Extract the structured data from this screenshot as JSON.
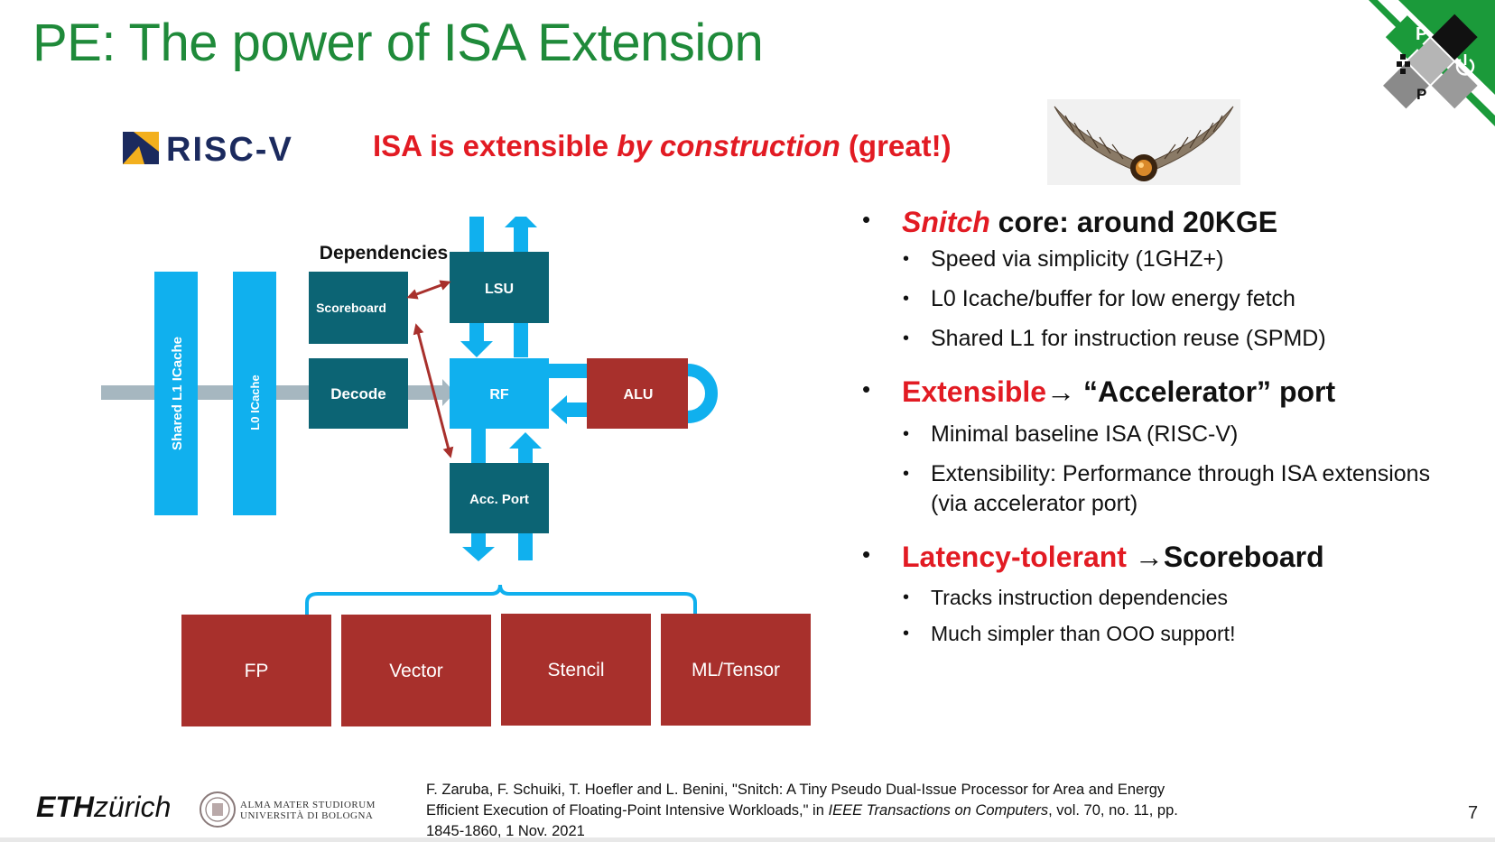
{
  "title": "PE: The power of ISA Extension",
  "riscv": {
    "logo_text": "RISC-V",
    "tagline_prefix": "ISA is extensible ",
    "tagline_emphasis": "by construction",
    "tagline_suffix": " (great!)"
  },
  "diagram": {
    "dependencies_label": "Dependencies",
    "shared_l1_icache": "Shared L1 ICache",
    "l0_icache": "L0 ICache",
    "scoreboard": "Scoreboard",
    "decode": "Decode",
    "lsu": "LSU",
    "rf": "RF",
    "alu": "ALU",
    "acc_port": "Acc. Port",
    "accelerators": [
      "FP",
      "Vector",
      "Stencil",
      "ML/Tensor"
    ],
    "colors": {
      "cyan": "#10b0ee",
      "teal": "#0c6474",
      "red": "#a8302c",
      "gray": "#a6b7c0"
    }
  },
  "bullets": {
    "b1": {
      "red": "Snitch",
      "text": " core: around 20KGE"
    },
    "b1_sub": [
      "Speed via simplicity (1GHZ+)",
      "L0 Icache/buffer for low energy fetch",
      "Shared L1 for instruction reuse (SPMD)"
    ],
    "b2": {
      "red": "Extensible",
      "arrow": "→",
      "text": " “Accelerator” port"
    },
    "b2_sub": [
      "Minimal  baseline ISA (RISC-V)",
      "Extensibility: Performance through ISA extensions",
      "(via accelerator port)"
    ],
    "b3": {
      "red": "Latency-tolerant",
      "arrow": " →",
      "text": "Scoreboard"
    },
    "b3_sub": [
      "Tracks instruction dependencies",
      "Much simpler than OOO support!"
    ]
  },
  "citation": {
    "part1": "F. Zaruba, F. Schuiki, T. Hoefler and L. Benini, \"Snitch: A Tiny Pseudo Dual-Issue Processor for Area and Energy Efficient Execution of Floating-Point Intensive Workloads,\" in ",
    "journal": "IEEE Transactions on Computers",
    "part2": ", vol. 70, no. 11, pp. 1845-1860, 1 Nov. 2021"
  },
  "footer": {
    "eth_bold": "ETH",
    "eth_rest": "zürich",
    "unibo_line1": "ALMA MATER STUDIORUM",
    "unibo_line2": "UNIVERSITÀ DI BOLOGNA",
    "page_number": "7"
  },
  "corner_logo": {
    "letters": [
      "P",
      "P"
    ],
    "icon": "power-icon"
  }
}
